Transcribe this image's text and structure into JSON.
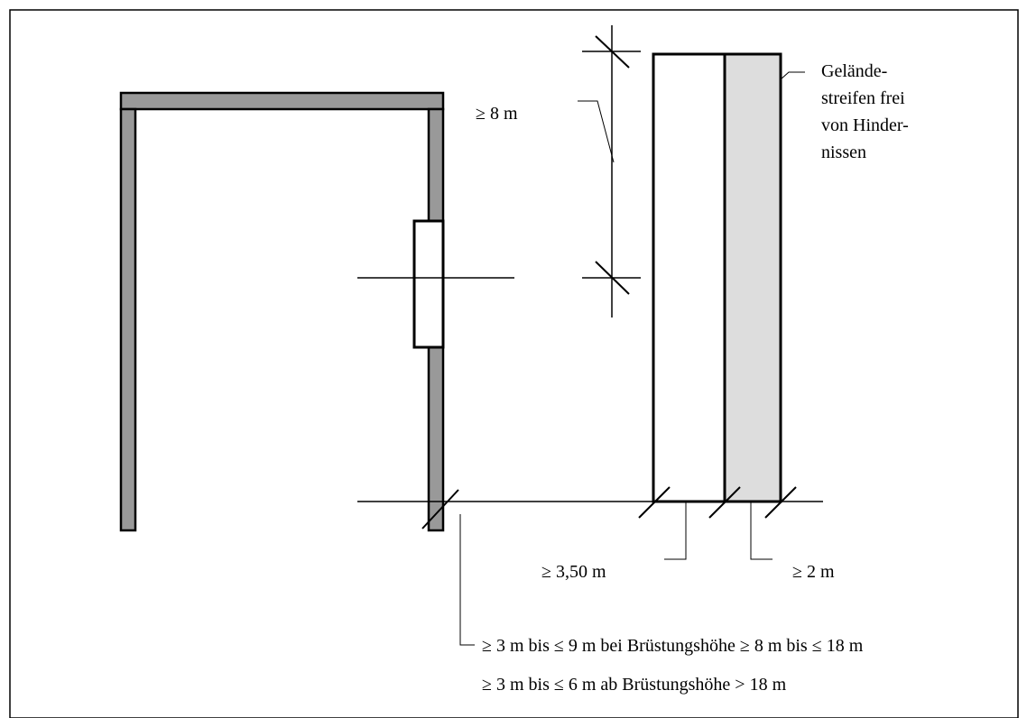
{
  "diagram": {
    "labels": {
      "height_min": "≥ 8 m",
      "strip_note_lines": [
        "Gelände-",
        "streifen frei",
        "von Hinder-",
        "nissen"
      ],
      "lane_width": "≥ 3,50 m",
      "strip_width": "≥ 2 m",
      "distance_rule_1": "≥ 3 m bis ≤ 9 m bei Brüstungshöhe ≥ 8 m bis ≤ 18 m",
      "distance_rule_2": "≥ 3 m bis ≤ 6 m ab Brüstungshöhe > 18 m"
    },
    "colors": {
      "wall": "#999999",
      "strip": "#dddddd",
      "line": "#000000",
      "background": "#ffffff"
    }
  }
}
